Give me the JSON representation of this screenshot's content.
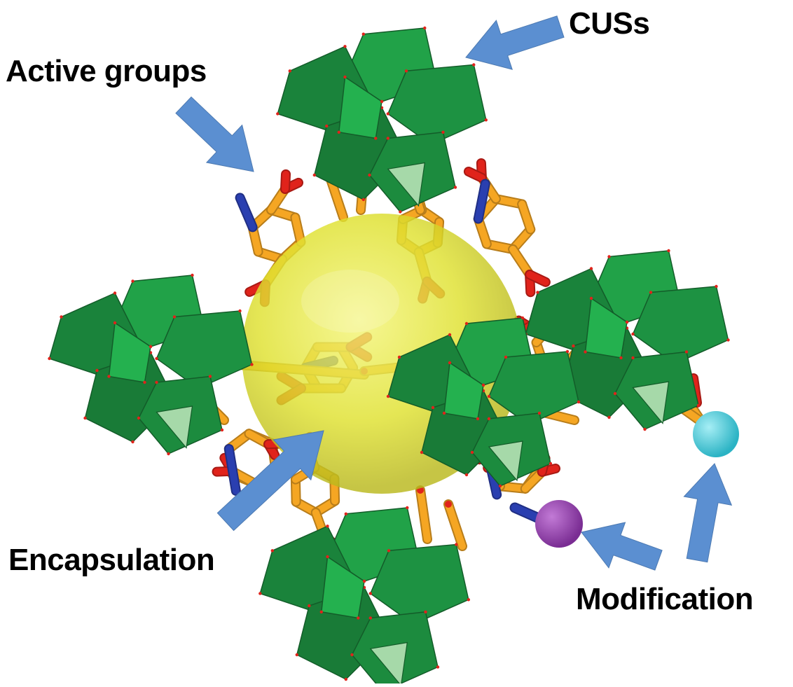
{
  "labels": {
    "cus": "CUSs",
    "active_groups": "Active groups",
    "encapsulation": "Encapsulation",
    "modification": "Modification"
  },
  "colors": {
    "cluster_green": "#1f9a45",
    "linker_orange": "#f5a623",
    "oxygen_red": "#e0231b",
    "nitrogen_blue": "#2a3fb0",
    "cavity_yellow": "#e6e83a",
    "arrow_blue": "#5b8fd1",
    "modifier_purple": "#8e3aa8",
    "modifier_cyan": "#3ec6d6"
  }
}
